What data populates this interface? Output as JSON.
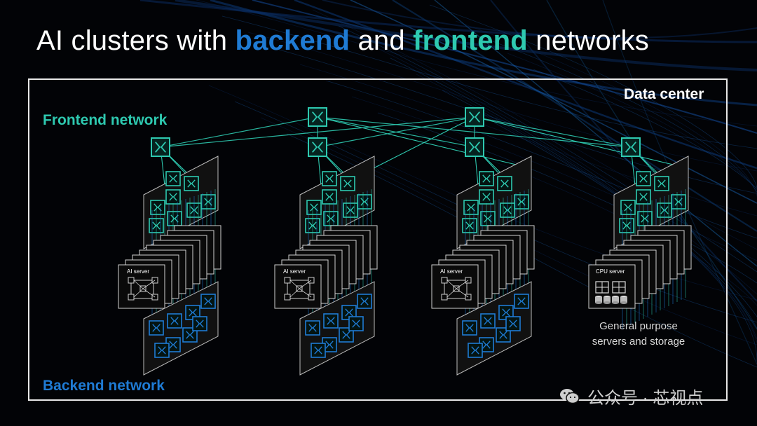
{
  "title": {
    "part1": "AI clusters with ",
    "backend": "backend",
    "part2": " and ",
    "frontend": "frontend",
    "part3": " networks"
  },
  "labels": {
    "data_center": "Data center",
    "frontend_network": "Frontend network",
    "backend_network": "Backend network",
    "general_purpose_line1": "General purpose",
    "general_purpose_line2": "servers and storage"
  },
  "servers": {
    "ai_server": "AI server",
    "cpu_server": "CPU server"
  },
  "watermark": {
    "text": "公众号 · 芯视点"
  },
  "colors": {
    "frontend": "#2ec9b0",
    "backend": "#1f7bd4",
    "background": "#000000",
    "frame": "#e8e8e8"
  },
  "icons": [
    "switch-icon",
    "server-icon",
    "storage-icon",
    "wechat-icon"
  ]
}
